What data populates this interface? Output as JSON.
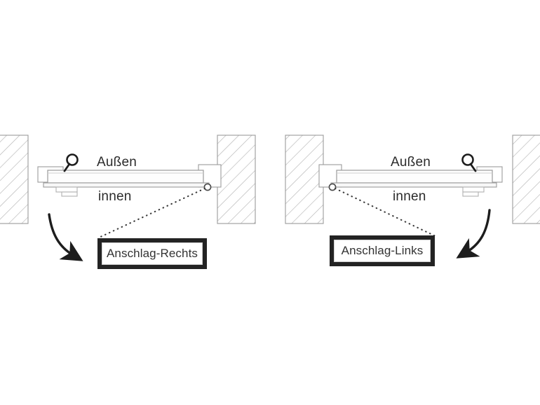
{
  "diagram": {
    "title": "Anschlagrichtung Tuer Schema",
    "background_color": "#ffffff",
    "line_color": "#9a9a9a",
    "dark_color": "#232323",
    "text_color": "#2b2b2b",
    "panels": [
      {
        "id": "left",
        "variant": "right-hand",
        "outside_label": "Außen",
        "inside_label": "innen",
        "callout_label": "Anschlag-Rechts",
        "hinge_side": "right",
        "handle_side": "left",
        "swing_arrow_direction": "down-right"
      },
      {
        "id": "right",
        "variant": "left-hand",
        "outside_label": "Außen",
        "inside_label": "innen",
        "callout_label": "Anschlag-Links",
        "hinge_side": "left",
        "handle_side": "right",
        "swing_arrow_direction": "down-left"
      }
    ],
    "icons": {
      "key": "key-icon",
      "hinge_pivot": "hinge-pivot-icon",
      "wall_hatch": "wall-hatch-icon",
      "swing_arrow": "swing-arrow-icon",
      "leader_line": "dotted-leader-line"
    }
  }
}
